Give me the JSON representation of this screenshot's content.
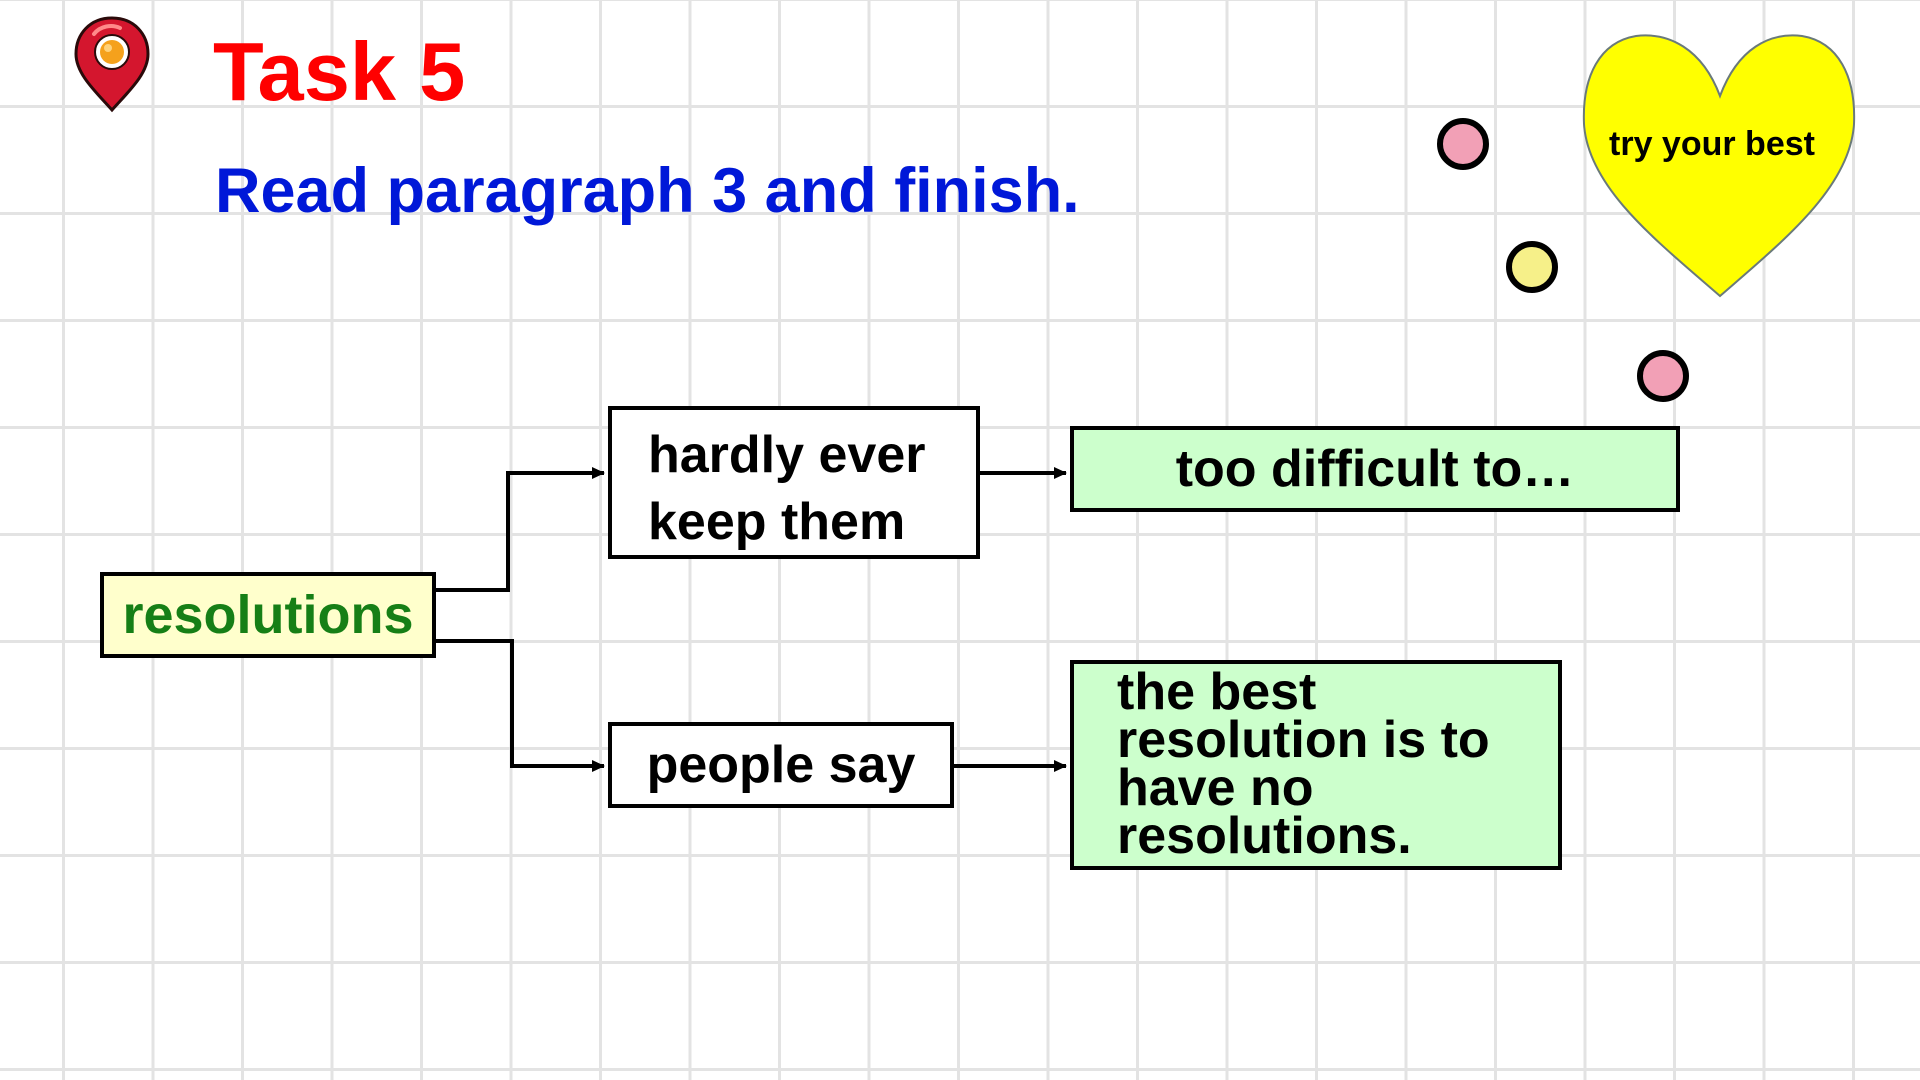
{
  "header": {
    "title": "Task 5",
    "subtitle": "Read paragraph 3 and finish."
  },
  "decorations": {
    "pin_icon": "map-pin-icon",
    "heart_text": "try your best",
    "heart_color": "#ffff00",
    "bubble_colors": [
      "#f2a0b6",
      "#f6f089",
      "#f2a0b6"
    ]
  },
  "diagram": {
    "root": "resolutions",
    "branches": [
      {
        "label_lines": [
          "hardly ever",
          "keep them"
        ],
        "result_lines": [
          "too difficult to…"
        ]
      },
      {
        "label_lines": [
          "people say"
        ],
        "result_lines": [
          "the best",
          "resolution is to",
          "have no",
          "resolutions."
        ]
      }
    ]
  },
  "colors": {
    "title": "#ff0000",
    "subtitle": "#0018d8",
    "root_text": "#167f16",
    "root_fill": "#ffffcc",
    "result_fill": "#ccffcc"
  }
}
